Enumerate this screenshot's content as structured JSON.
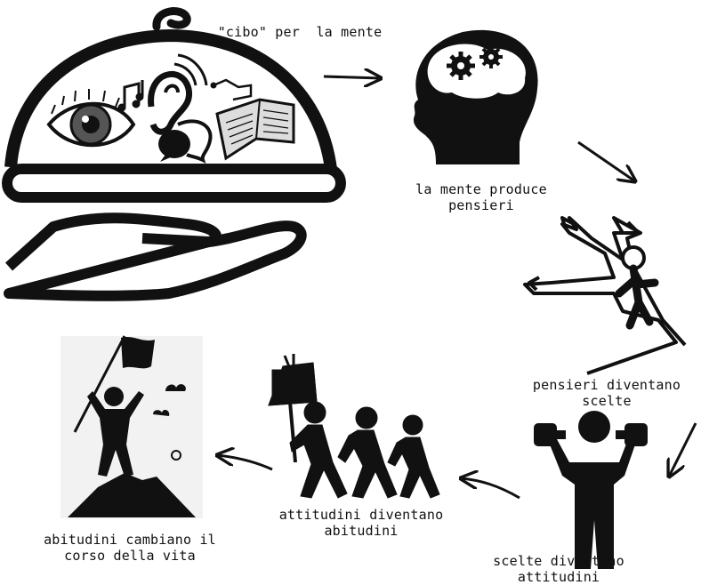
{
  "labels": {
    "food_for_mind": "\"cibo\" per  la mente",
    "mind_produces": "la mente produce\npensieri",
    "thoughts_become": "pensieri diventano\nscelte",
    "choices_become": "scelte diventano\nattitudini",
    "attitudes_become": "attitudini diventano\nabitudini",
    "habits_change": "abitudini cambiano il\ncorso della vita"
  },
  "icons": [
    "serving-tray-icon",
    "eye-icon",
    "ear-music-icon",
    "speech-bubbles-icon",
    "book-icon",
    "head-gears-icon",
    "crossroads-icon",
    "weightlifter-icon",
    "marching-people-icon",
    "mountain-flag-icon"
  ],
  "colors": {
    "ink": "#111111",
    "background": "#ffffff"
  }
}
